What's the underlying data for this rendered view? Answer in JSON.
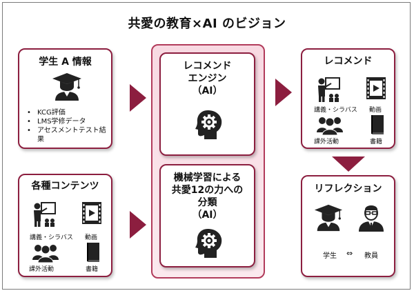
{
  "title": "共愛の教育×AI のビジョン",
  "student_info": {
    "title": "学生 A 情報",
    "bullets": [
      "KCG評価",
      "LMS学修データ",
      "アセスメントテスト結果"
    ]
  },
  "contents": {
    "title": "各種コンテンツ",
    "labels": {
      "lecture": "講義・シラバス",
      "video": "動画",
      "extracurricular": "課外活動",
      "books": "書籍"
    }
  },
  "engine": {
    "line1": "レコメンド",
    "line2": "エンジン",
    "line3": "（AI）"
  },
  "ml": {
    "line1": "機械学習による",
    "line2": "共愛12の力への",
    "line3": "分類",
    "line4": "（AI）"
  },
  "recommend": {
    "title": "レコメンド",
    "labels": {
      "lecture": "講義・シラバス",
      "video": "動画",
      "extracurricular": "課外活動",
      "books": "書籍"
    }
  },
  "reflection": {
    "title": "リフレクション",
    "student": "学生",
    "arrow": "⇔",
    "teacher": "教員"
  },
  "colors": {
    "accent": "#8c1e3f",
    "pink": "#f8d9e2"
  },
  "icons": [
    "graduate-icon",
    "presentation-icon",
    "video-icon",
    "group-icon",
    "book-icon",
    "gear-head-icon",
    "teacher-icon"
  ]
}
